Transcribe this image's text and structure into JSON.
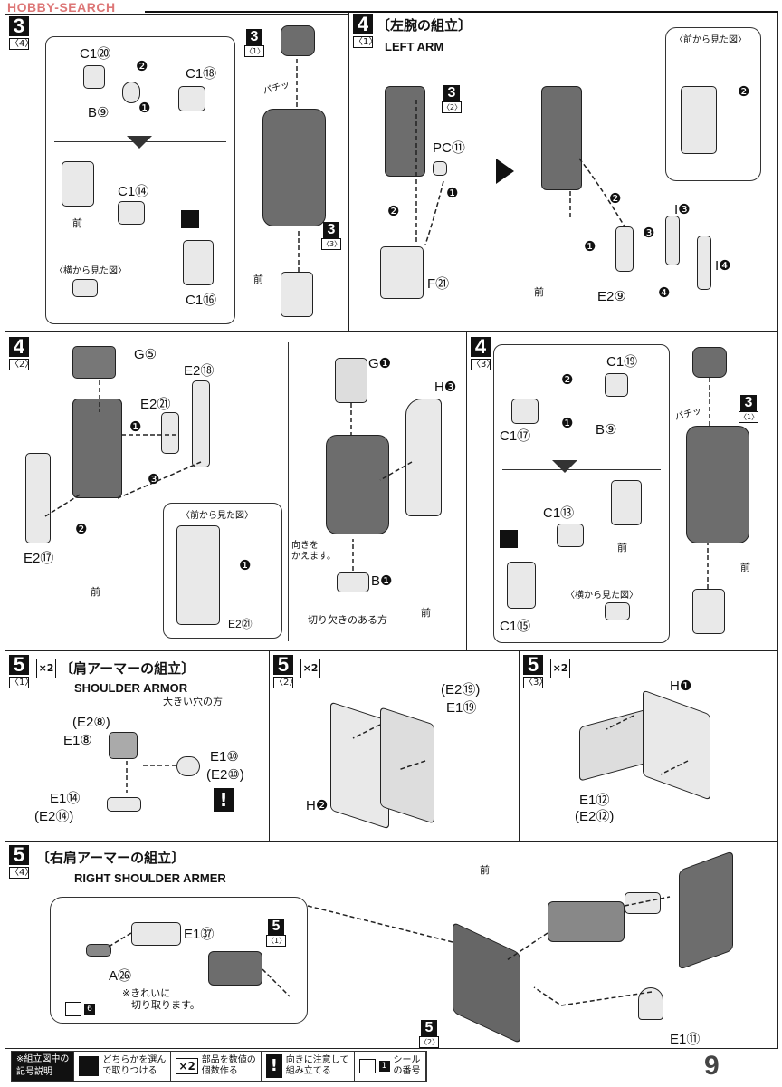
{
  "watermark": "HOBBY-SEARCH",
  "page_number": "9",
  "p34": {
    "step": "3",
    "sub": "〈4〉",
    "labels": [
      "C1⑳",
      "❷",
      "C1⑱",
      "B⑨",
      "❶",
      "C1⑭",
      "前",
      "〈横から見た図〉",
      "C1⑯",
      "パチッ",
      "前"
    ],
    "ref1": {
      "step": "3",
      "sub": "〈1〉"
    },
    "ref3": {
      "step": "3",
      "sub": "〈3〉"
    }
  },
  "p41": {
    "step": "4",
    "sub": "〈1〉",
    "title": "〔左腕の組立〕",
    "title_en": "LEFT ARM",
    "ref": {
      "step": "3",
      "sub": "〈2〉"
    },
    "labels": [
      "PC⑪",
      "❷",
      "❶",
      "F㉑",
      "〈前から見た図〉",
      "❷",
      "❷",
      "❸",
      "I❸",
      "❶",
      "I❹",
      "❹",
      "E2⑨",
      "前"
    ]
  },
  "p42": {
    "step": "4",
    "sub": "〈2〉",
    "labels": [
      "G⑤",
      "E2⑱",
      "E2㉑",
      "❶",
      "❸",
      "❷",
      "E2⑰",
      "前",
      "〈前から見た図〉",
      "❶",
      "E2㉑",
      "G❶",
      "H❸",
      "向きを\nかえます。",
      "B❶",
      "切り欠きのある方",
      "前"
    ]
  },
  "p43": {
    "step": "4",
    "sub": "〈3〉",
    "ref": {
      "step": "3",
      "sub": "〈1〉"
    },
    "labels": [
      "C1⑲",
      "❷",
      "❶",
      "B⑨",
      "C1⑰",
      "パチッ",
      "C1⑬",
      "前",
      "前",
      "C1⑮",
      "〈横から見た図〉"
    ]
  },
  "p51": {
    "step": "5",
    "sub": "〈1〉",
    "qty": "×2",
    "title": "〔肩アーマーの組立〕",
    "title_en": "SHOULDER ARMOR",
    "labels": [
      "(E2⑧)",
      "E1⑧",
      "大きい穴の方",
      "E1⑩",
      "(E2⑩)",
      "E1⑭",
      "(E2⑭)"
    ],
    "caution": "!"
  },
  "p52": {
    "step": "5",
    "sub": "〈2〉",
    "qty": "×2",
    "labels": [
      "(E2⑲)",
      "E1⑲",
      "H❷"
    ]
  },
  "p53": {
    "step": "5",
    "sub": "〈3〉",
    "qty": "×2",
    "labels": [
      "H❶",
      "E1⑫",
      "(E2⑫)"
    ]
  },
  "p54": {
    "step": "5",
    "sub": "〈4〉",
    "title": "〔右肩アーマーの組立〕",
    "title_en": "RIGHT SHOULDER ARMER",
    "labels": [
      "前",
      "E1㊲",
      "A㉖",
      "※きれいに",
      "切り取ります。",
      "E1⑪"
    ],
    "sticker": "6",
    "ref1": {
      "step": "5",
      "sub": "〈1〉"
    },
    "ref2": {
      "step": "5",
      "sub": "〈2〉"
    }
  },
  "legend": {
    "heading1": "※組立図中の",
    "heading2": "記号説明",
    "items": [
      {
        "icon": "choose-one-icon",
        "text1": "どちらかを選ん",
        "text2": "で取りつける"
      },
      {
        "icon": "x2-icon",
        "mark": "×2",
        "text1": "部品を数値の",
        "text2": "個数作る"
      },
      {
        "icon": "caution-icon",
        "mark": "!",
        "text1": "向きに注意して",
        "text2": "組み立てる"
      },
      {
        "icon": "sticker-icon",
        "mark": "1",
        "text1": "シール",
        "text2": "の番号"
      }
    ]
  }
}
